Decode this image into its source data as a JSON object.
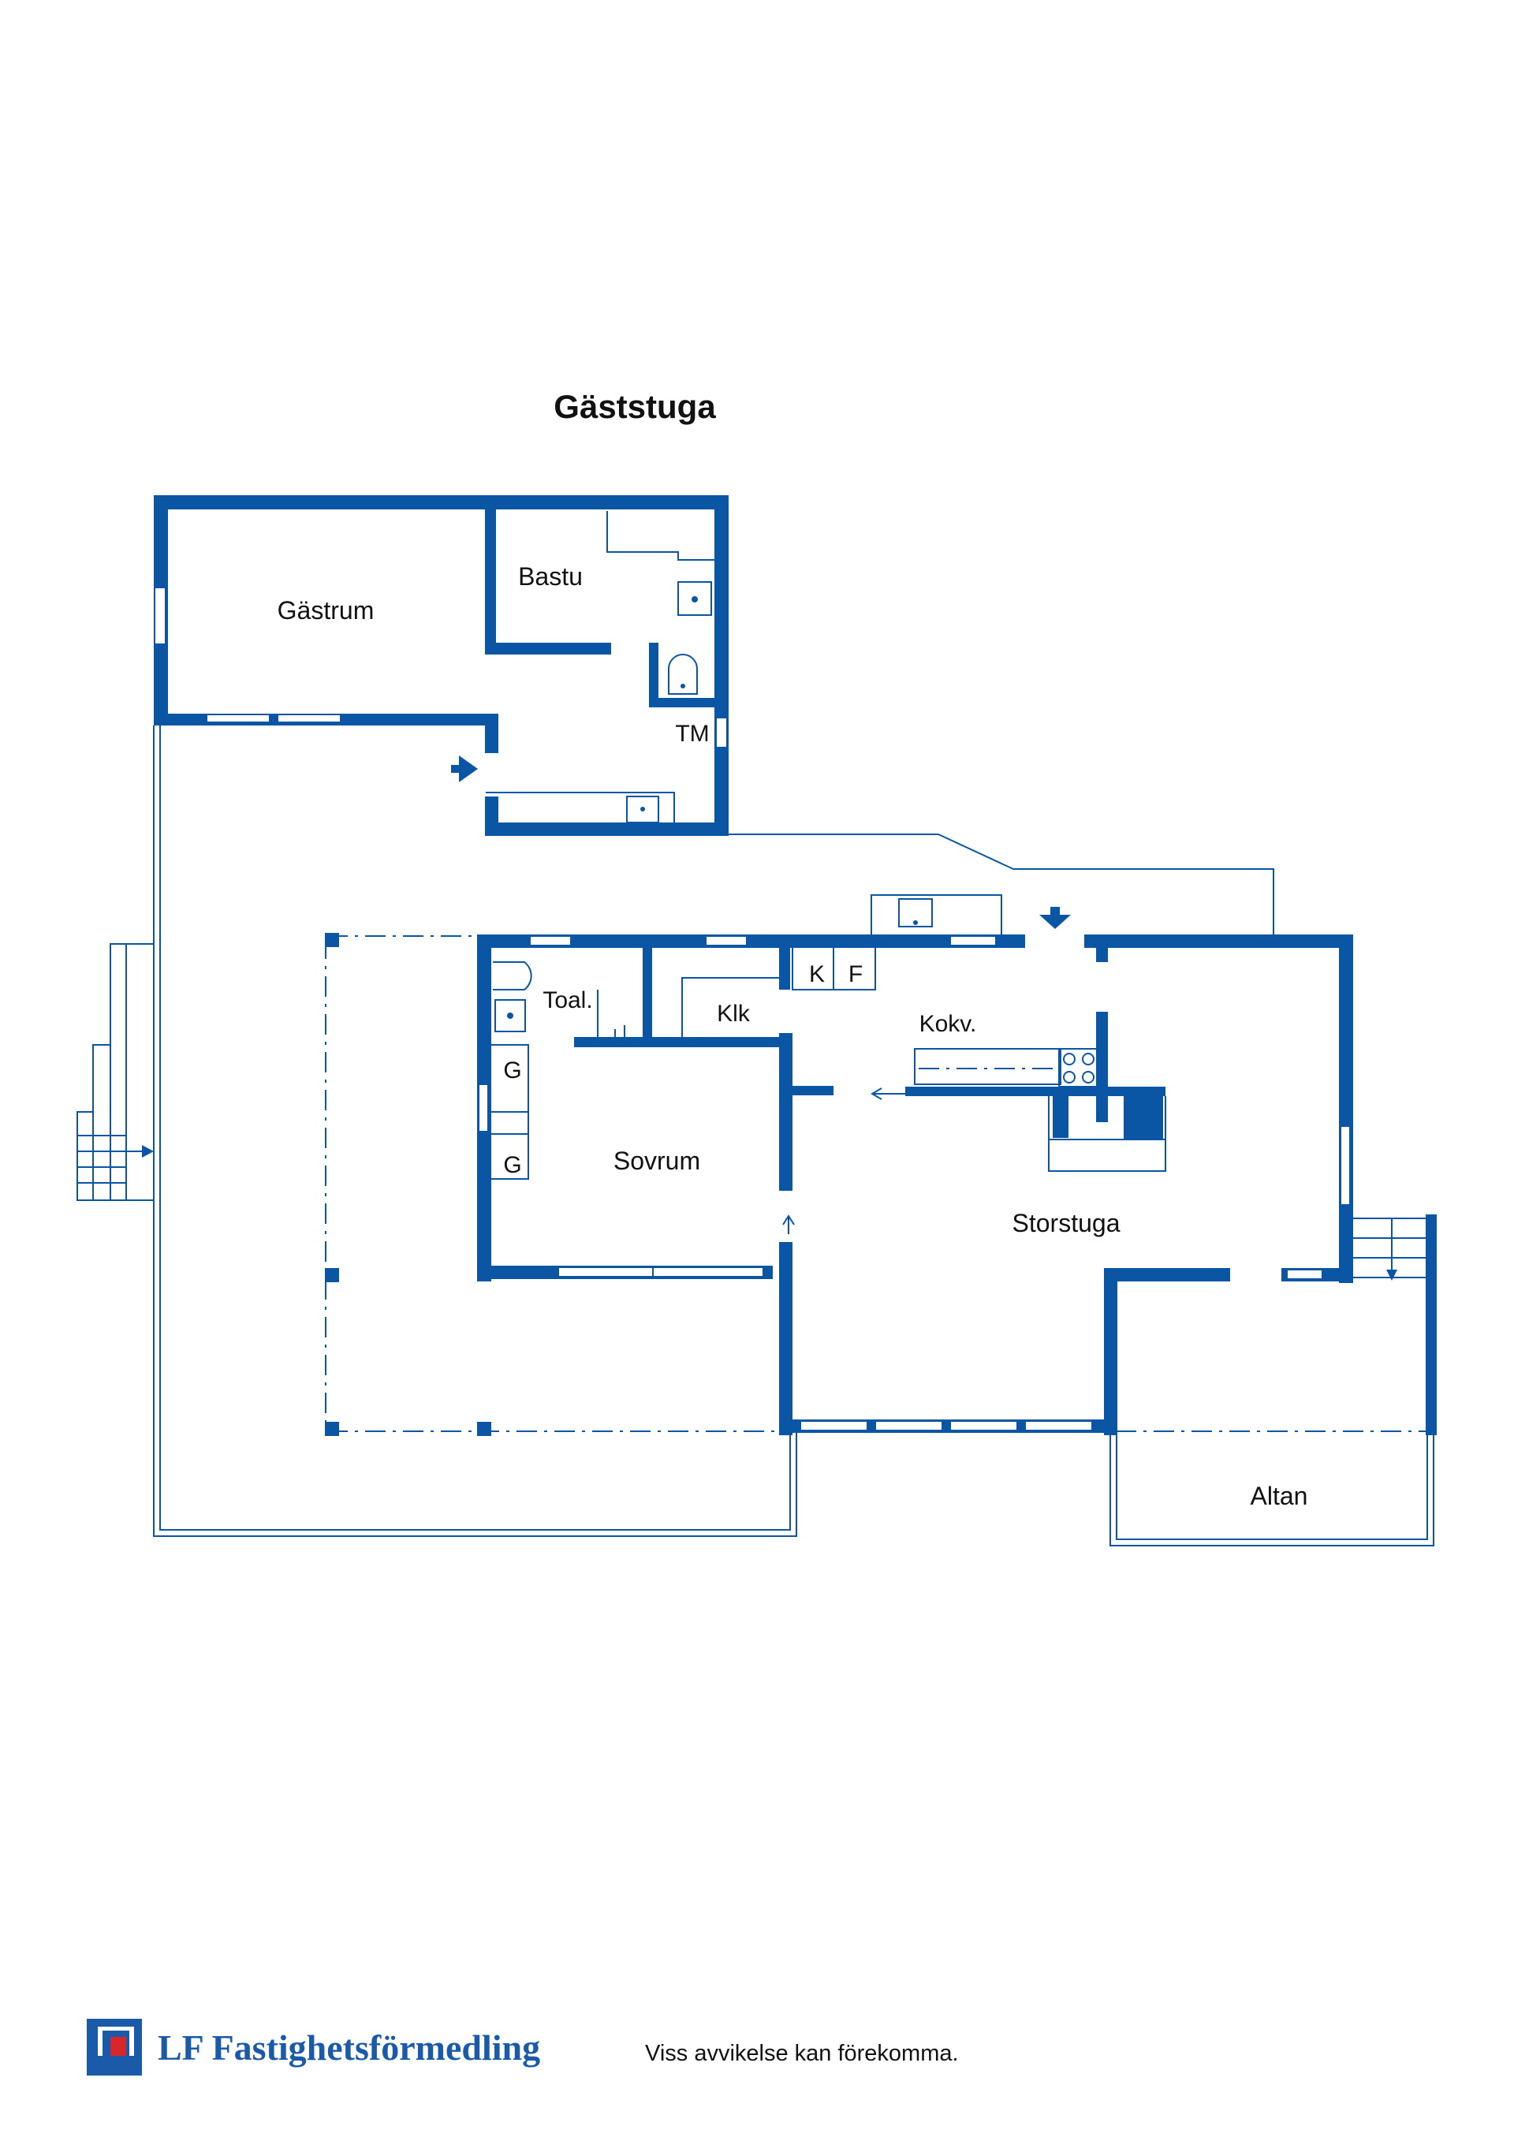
{
  "title": "Gäststuga",
  "rooms": {
    "gastrum": "Gästrum",
    "bastu": "Bastu",
    "tm": "TM",
    "toal": "Toal.",
    "klk": "Klk",
    "k": "K",
    "f": "F",
    "kokv": "Kokv.",
    "g1": "G",
    "g2": "G",
    "sovrum": "Sovrum",
    "storstuga": "Storstuga",
    "altan": "Altan"
  },
  "footer": {
    "brand": "LF Fastighetsförmedling",
    "disclaimer": "Viss avvikelse kan förekomma."
  },
  "colors": {
    "wall": "#0a56a4",
    "logo_red": "#d9262c",
    "text": "#111111"
  }
}
